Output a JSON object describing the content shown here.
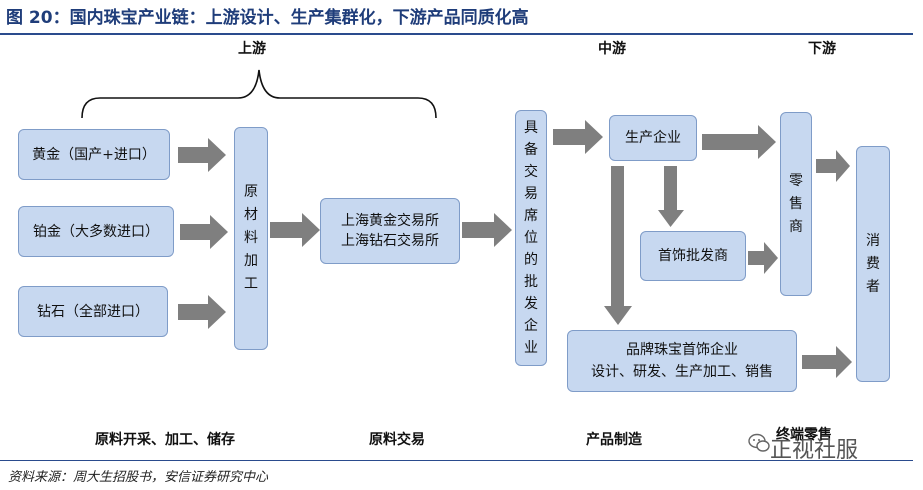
{
  "title": "图 20：国内珠宝产业链：上游设计、生产集群化，下游产品同质化高",
  "stages": {
    "upstream": "上游",
    "midstream": "中游",
    "downstream": "下游"
  },
  "boxes": {
    "gold": "黄金（国产+进口）",
    "platinum": "铂金（大多数进口）",
    "diamond": "钻石（全部进口）",
    "raw_processing": [
      "原",
      "材",
      "料",
      "加",
      "工"
    ],
    "exchange_line1": "上海黄金交易所",
    "exchange_line2": "上海钻石交易所",
    "wholesaler_seat": [
      "具",
      "备",
      "交",
      "易",
      "席",
      "位",
      "的",
      "批",
      "发",
      "企",
      "业"
    ],
    "producer": "生产企业",
    "jewelry_wholesaler": "首饰批发商",
    "brand_line1": "品牌珠宝首饰企业",
    "brand_line2": "设计、研发、生产加工、销售",
    "retailer": [
      "零",
      "售",
      "商"
    ],
    "consumer": [
      "消",
      "费",
      "者"
    ]
  },
  "bottom_labels": {
    "mining": "原料开采、加工、储存",
    "trading": "原料交易",
    "manufacturing": "产品制造",
    "retail": "终端零售"
  },
  "source": "资料来源：周大生招股书，安信证券研究中心",
  "watermark": "正视社服",
  "colors": {
    "box_fill": "#c7d8f0",
    "box_border": "#7f9cc8",
    "arrow_fill": "#7f7f7f",
    "title": "#1f3d7a"
  }
}
